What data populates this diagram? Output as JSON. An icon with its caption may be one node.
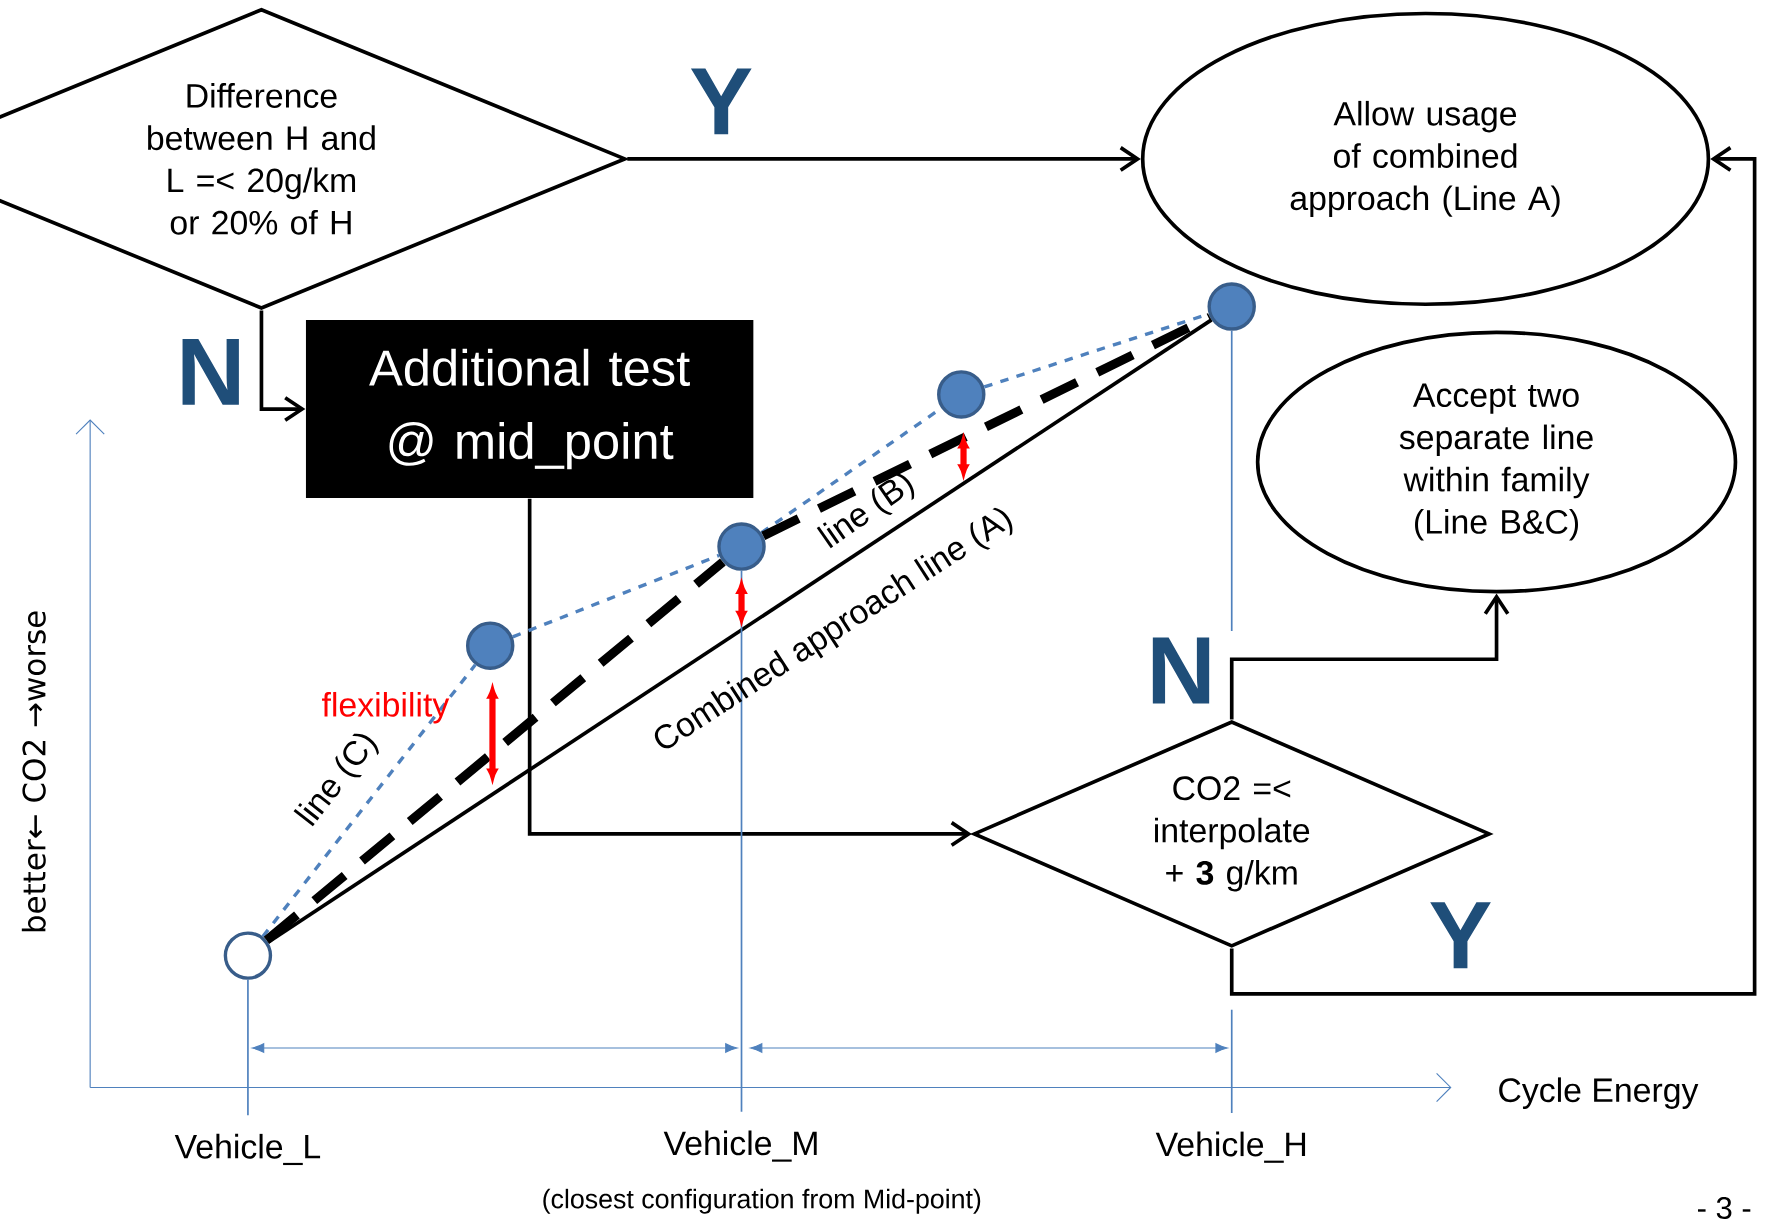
{
  "diagram": {
    "nodes": [
      {
        "text": [
          "Difference between H and L =< 20g/km or 20% of H"
        ]
      },
      {
        "text": [
          "Allow usage of combined approach (Line A)"
        ]
      },
      {
        "text": [
          "Additional test @ mid_point"
        ]
      },
      {
        "text": [
          "Accept two separate line within family (Line B&C)"
        ]
      },
      {
        "text": [
          "CO2 =< interpolate + **3** g/km"
        ]
      },
      {
        "text": [],
        "shape": "circle"
      },
      {
        "text": [],
        "shape": "circle"
      },
      {
        "text": [],
        "shape": "circle"
      },
      {
        "text": [],
        "shape": "circle"
      },
      {
        "text": [],
        "shape": "circle"
      },
      {
        "text": [
          "Vehicle_L"
        ]
      },
      {
        "text": [
          "Vehicle_M"
        ]
      },
      {
        "text": [
          "Vehicle_H"
        ]
      }
    ],
    "edges": [
      {
        "from": 0,
        "to": 1,
        "arrow": "to",
        "label": "Y"
      },
      {
        "from": 0,
        "to": 2,
        "arrow": "to",
        "label": "N"
      },
      {
        "from": 2,
        "to": 4,
        "arrow": "to"
      },
      {
        "from": 4,
        "to": 3,
        "arrow": "to",
        "label": "N"
      },
      {
        "from": 4,
        "to": 1,
        "arrow": "to",
        "label": "Y"
      },
      {
        "from": 5,
        "to": 6,
        "arrow": "none",
        "style": "dashed",
        "color": "#4f81bd"
      },
      {
        "from": 6,
        "to": 7,
        "arrow": "none",
        "style": "dashed",
        "color": "#4f81bd"
      },
      {
        "from": 7,
        "to": 8,
        "arrow": "none",
        "style": "dashed",
        "color": "#4f81bd"
      },
      {
        "from": 8,
        "to": 9,
        "arrow": "none",
        "style": "dashed",
        "color": "#4f81bd"
      },
      {
        "from": 5,
        "to": 7,
        "arrow": "none",
        "style": "dashed"
      },
      {
        "from": 7,
        "to": 9,
        "arrow": "none",
        "style": "dashed"
      },
      {
        "from": 5,
        "to": 9,
        "arrow": "none"
      },
      {
        "from": 5,
        "to": 10,
        "arrow": "none",
        "color": "#4f81bd"
      },
      {
        "from": 7,
        "to": 11,
        "arrow": "none",
        "color": "#4f81bd"
      },
      {
        "from": 9,
        "to": null,
        "arrow": "none",
        "color": "#4f81bd"
      },
      {
        "from": null,
        "to": 12,
        "arrow": "none",
        "color": "#4f81bd"
      }
    ],
    "labels": [
      "line (C)",
      "flexibility",
      "line (B)",
      "Combined approach line (A)",
      "better← CO2 →worse",
      "Cycle Energy",
      "(closest configuration from Mid-point)",
      "- 3 -"
    ]
  }
}
